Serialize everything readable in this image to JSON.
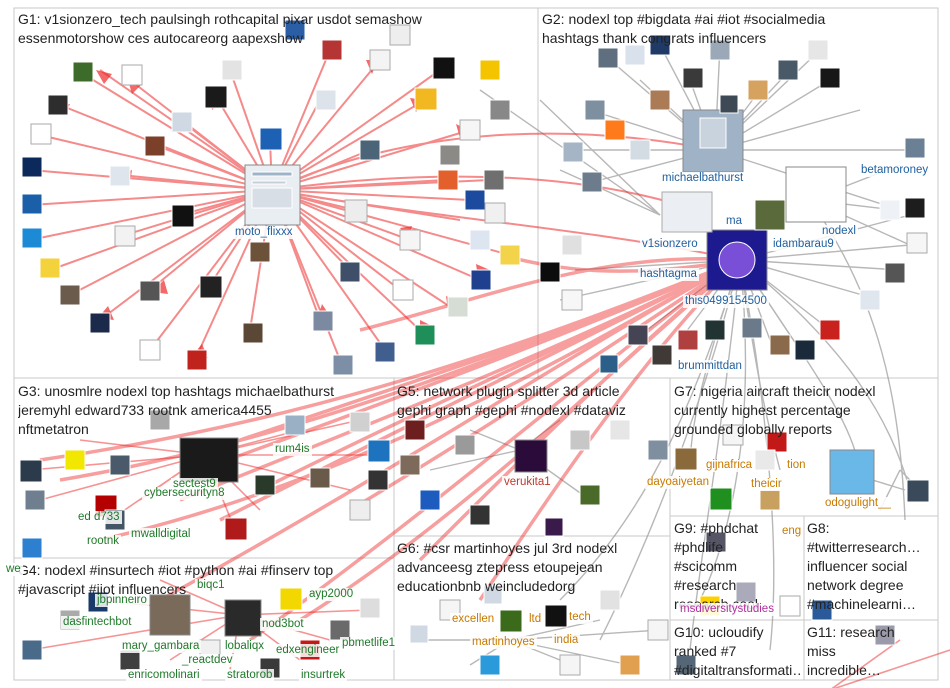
{
  "groups": [
    {
      "id": "G1",
      "title": "G1: v1sionzero_tech paulsingh rothcapital pixar usdot semashow\nessenmotorshow ces autocareorg aapexshow"
    },
    {
      "id": "G2",
      "title": "G2: nodexl top #bigdata #ai #iot #socialmedia\nhashtags thank congrats influencers"
    },
    {
      "id": "G3",
      "title": "G3: unosmlre nodexl top hashtags michaelbathurst\njeremyhl edward733 rootnk america4455\nnftmetatron"
    },
    {
      "id": "G4",
      "title": "G4: nodexl #insurtech #iot #python #ai #finserv top\n#javascript #iiot influencers"
    },
    {
      "id": "G5",
      "title": "G5: network plugin splitter 3d article\ngephi graph #gephi #nodexl #dataviz"
    },
    {
      "id": "G6",
      "title": "G6: #csr martinhoyes jul 3rd nodexl\nadvanceesg ztepress etoupejean\neducationbnb weincludedorg"
    },
    {
      "id": "G7",
      "title": "G7: nigeria aircraft theicir nodexl\ncurrently highest percentage\ngrounded globally reports"
    },
    {
      "id": "G8",
      "title": "G8:\n#twitterresearch…\ninfluencer social\nnetwork degree\n#machinelearni…"
    },
    {
      "id": "G9",
      "title": "G9: #phdchat\n#phdlife\n#scicomm\n#research\nresearch cool"
    },
    {
      "id": "G10",
      "title": "G10: ucloudify\nranked #7\n#digitaltransformati…"
    },
    {
      "id": "G11",
      "title": "G11: research\nmiss\nincredible…"
    }
  ],
  "labels": {
    "moto_flixxx": "moto_flixxx",
    "michaelbathurst": "michaelbathurst",
    "betamoroney": "betamoroney",
    "nodexl": "nodexl",
    "v1sionzero": "v1sionzero",
    "ma": "ma",
    "idambarau9": "idambarau9",
    "hashtagma": "hashtagma",
    "this0499154500": "this0499154500",
    "brummittdan": "brummittdan",
    "rum4is": "rum4is",
    "sectest9": "sectest9",
    "cybersecurityn8": "cybersecurityn8",
    "ed733": "ed      d733",
    "mwalldigital": "mwalldigital",
    "rootnk": "rootnk",
    "verukita1": "verukita1",
    "dayoaiyetan": "dayoaiyetan",
    "gijnafrica": "gijnafrica",
    "tion": "tion",
    "theicir": "theicir",
    "odogulight": "odogulight__",
    "we": "we",
    "eng": "eng",
    "biqc1": "biqc1",
    "jbpinneiro": "jbpinneiro",
    "ayp2000": "ayp2000",
    "dasfintechbot": "dasfintechbot",
    "nod3bot": "nod3bot",
    "mary_gambara": "mary_gambara",
    "lobaliqx": "lobaliqx",
    "reactdev": "_reactdev",
    "edxengineer": "edxengineer",
    "pbmetlife1": "pbmetlife1",
    "enricomolinari": "enricomolinari",
    "stratorob": "stratorob",
    "insurtrek": "insurtrek",
    "excellen": "excellen",
    "ltd": "ltd",
    "tech": "tech",
    "martinhoyes": "martinhoyes",
    "india": "india",
    "msdiversitystudies": "msdiversitystudies"
  },
  "colors": {
    "edge_red": "#ee2b2b",
    "edge_gray": "#8f8f8f",
    "border": "#c8c8c8"
  }
}
